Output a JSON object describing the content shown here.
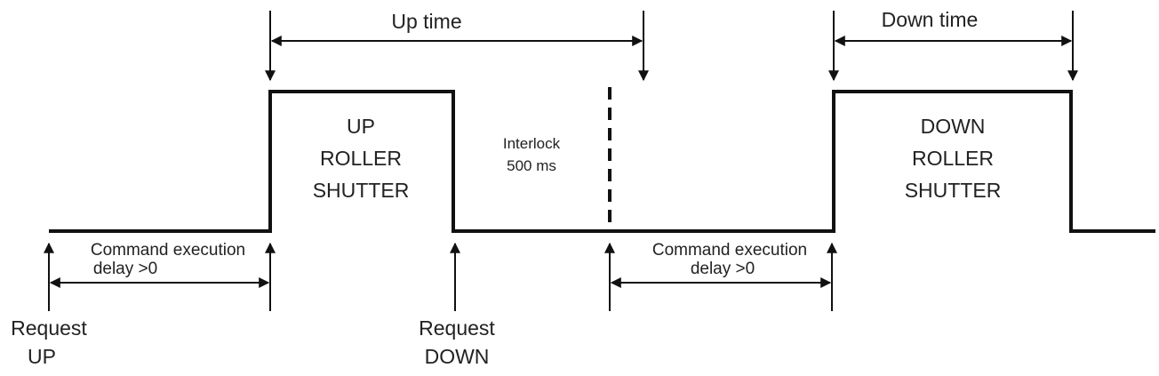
{
  "labels": {
    "up_time": "Up time",
    "down_time": "Down time",
    "up_block": [
      "UP",
      "ROLLER",
      "SHUTTER"
    ],
    "down_block": [
      "DOWN",
      "ROLLER",
      "SHUTTER"
    ],
    "interlock": [
      "Interlock",
      "500 ms"
    ],
    "delay_left": [
      "Command execution",
      "delay >0"
    ],
    "delay_right": [
      "Command execution",
      "delay >0"
    ],
    "request_up": [
      "Request",
      "UP"
    ],
    "request_down": [
      "Request",
      "DOWN"
    ]
  },
  "colors": {
    "line": "#111111",
    "text": "#222222",
    "background": "#ffffff"
  }
}
